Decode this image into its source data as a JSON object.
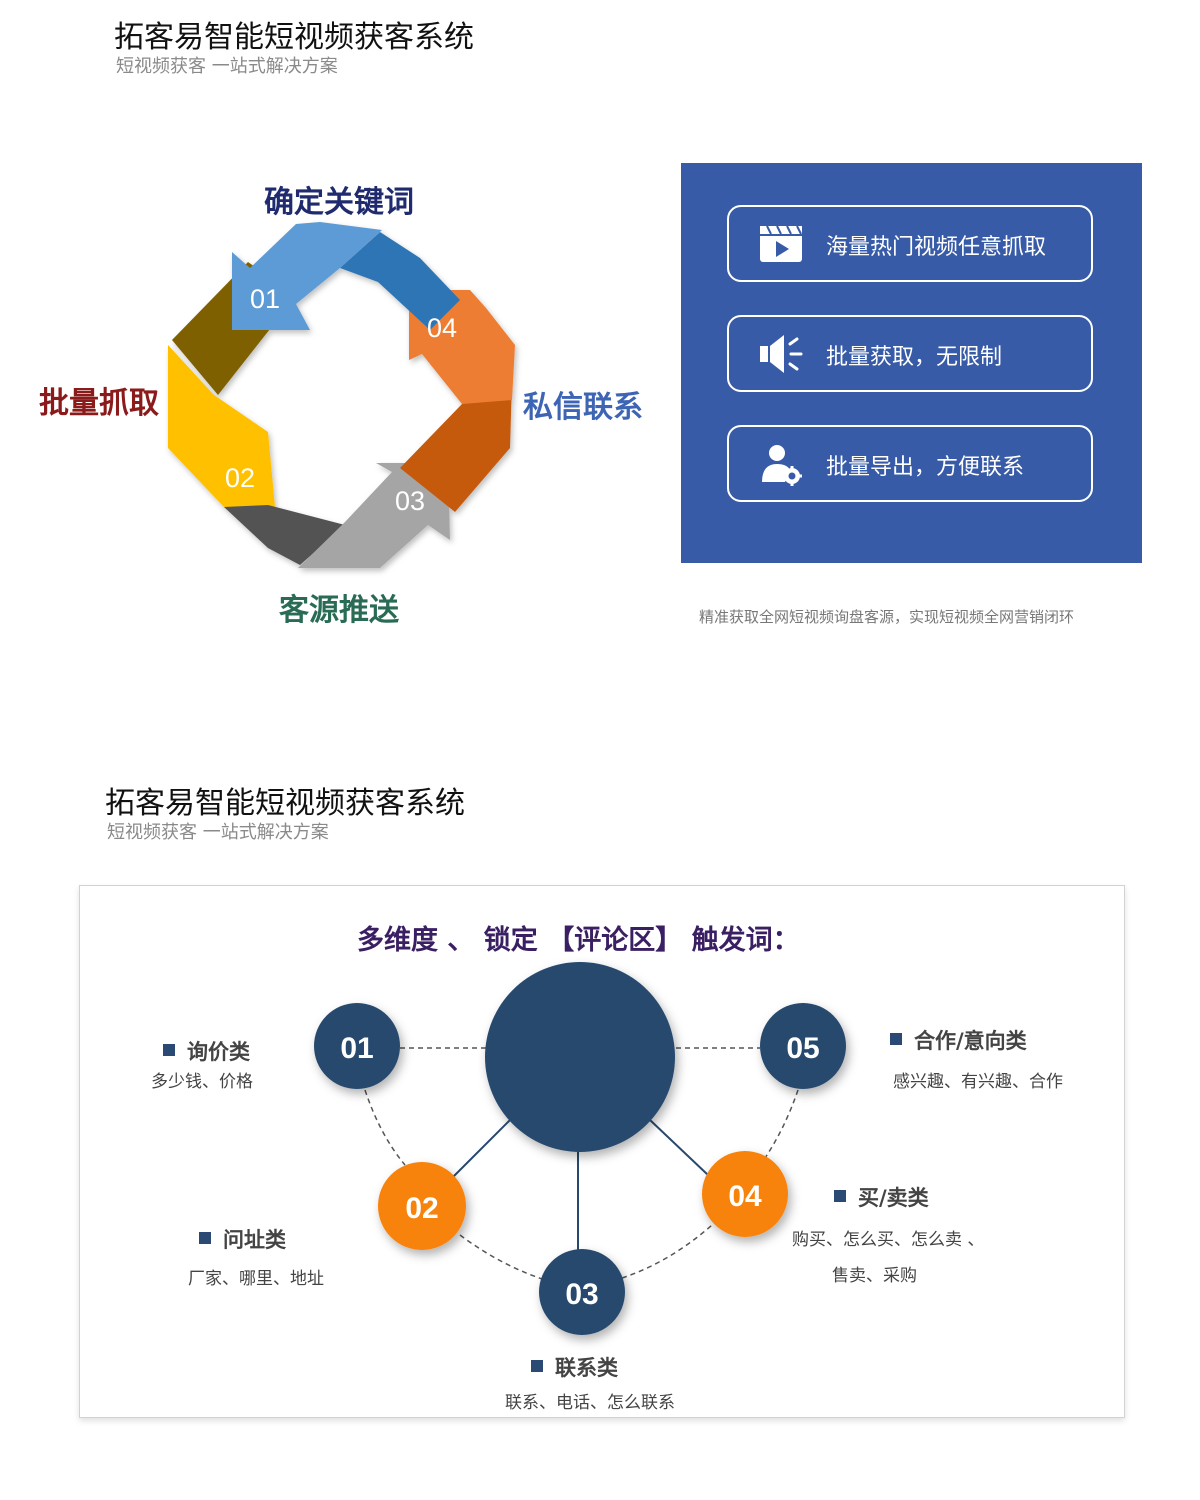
{
  "section1": {
    "title": "拓客易智能短视频获客系统",
    "subtitle": "短视频获客 一站式解决方案",
    "cycle": {
      "steps": [
        {
          "num": "01",
          "label": "确定关键词",
          "color": "#1f2b6e"
        },
        {
          "num": "02",
          "label": "批量抓取",
          "color": "#8b1a1a"
        },
        {
          "num": "03",
          "label": "客源推送",
          "color": "#2a6b55"
        },
        {
          "num": "04",
          "label": "私信联系",
          "color": "#3e64b4"
        }
      ],
      "arrow_colors": {
        "blue": "#5b9bd5",
        "blue_dark": "#2e74b5",
        "orange": "#ed7d31",
        "orange_dark": "#c55a11",
        "gray": "#a5a5a5",
        "gray_dark": "#535353",
        "yellow": "#ffc000",
        "olive": "#7f6000"
      }
    },
    "panel": {
      "bg_color": "#385ba7",
      "features": [
        {
          "icon": "video-play-icon",
          "text": "海量热门视频任意抓取"
        },
        {
          "icon": "speaker-icon",
          "text": "批量获取，无限制"
        },
        {
          "icon": "user-gear-icon",
          "text": "批量导出，方便联系"
        }
      ]
    },
    "caption": "精准获取全网短视频询盘客源，实现短视频全网营销闭环"
  },
  "section2": {
    "title": "拓客易智能短视频获客系统",
    "subtitle": "短视频获客 一站式解决方案",
    "headline": "多维度 、 锁定 【评论区】 触发词：",
    "colors": {
      "navy": "#27496d",
      "orange": "#f7830c"
    },
    "categories": [
      {
        "num": "01",
        "label": "询价类",
        "words": [
          "多少钱、价格"
        ]
      },
      {
        "num": "02",
        "label": "问址类",
        "words": [
          "厂家、哪里、地址"
        ]
      },
      {
        "num": "03",
        "label": "联系类",
        "words": [
          "联系、电话、怎么联系"
        ]
      },
      {
        "num": "04",
        "label": "买/卖类",
        "words": [
          "购买、怎么买、怎么卖 、",
          "售卖、采购"
        ]
      },
      {
        "num": "05",
        "label": "合作/意向类",
        "words": [
          "感兴趣、有兴趣、合作"
        ]
      }
    ]
  }
}
